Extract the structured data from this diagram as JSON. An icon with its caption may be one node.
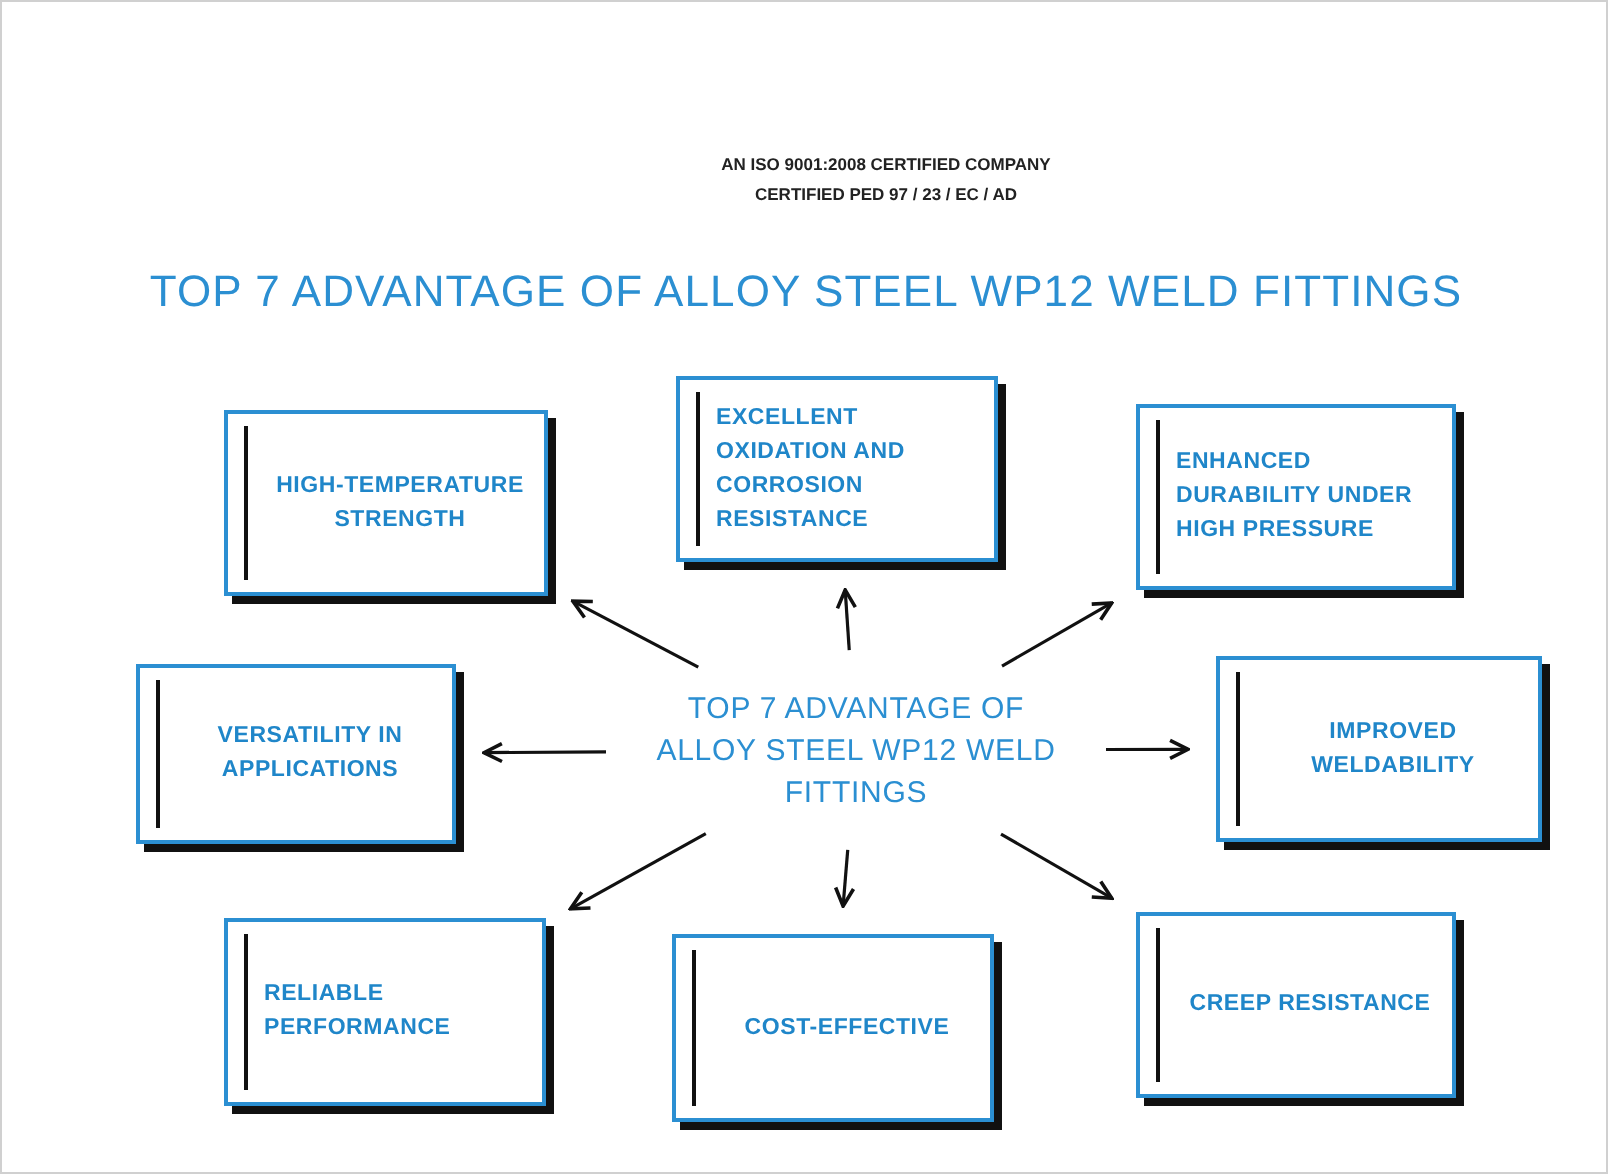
{
  "diagram": {
    "title": "TOP 7 ADVANTAGE OF ALLOY STEEL WP12 WELD FITTINGS",
    "nodes": [
      {
        "text": [
          "TOP 7 ADVANTAGE OF ALLOY STEEL WP12 WELD FITTINGS"
        ]
      },
      {
        "text": [
          "HIGH-TEMPERATURE STRENGTH"
        ]
      },
      {
        "text": [
          "EXCELLENT OXIDATION AND CORROSION RESISTANCE"
        ]
      },
      {
        "text": [
          "ENHANCED DURABILITY UNDER HIGH PRESSURE"
        ]
      },
      {
        "text": [
          "VERSATILITY IN APPLICATIONS"
        ]
      },
      {
        "text": [
          "IMPROVED WELDABILITY"
        ]
      },
      {
        "text": [
          "RELIABLE PERFORMANCE"
        ]
      },
      {
        "text": [
          "COST-EFFECTIVE"
        ]
      },
      {
        "text": [
          "CREEP RESISTANCE"
        ]
      }
    ],
    "edges": [
      {
        "from": 0,
        "to": 1,
        "arrow": "to"
      },
      {
        "from": 0,
        "to": 2,
        "arrow": "to"
      },
      {
        "from": 0,
        "to": 3,
        "arrow": "to"
      },
      {
        "from": 0,
        "to": 4,
        "arrow": "to"
      },
      {
        "from": 0,
        "to": 5,
        "arrow": "to"
      },
      {
        "from": 0,
        "to": 6,
        "arrow": "to"
      },
      {
        "from": 0,
        "to": 7,
        "arrow": "to"
      },
      {
        "from": 0,
        "to": 8,
        "arrow": "to"
      }
    ],
    "labels": [
      "AN ISO 9001:2008 CERTIFIED COMPANY",
      "CERTIFIED PED 97 / 23 / EC / AD"
    ]
  }
}
